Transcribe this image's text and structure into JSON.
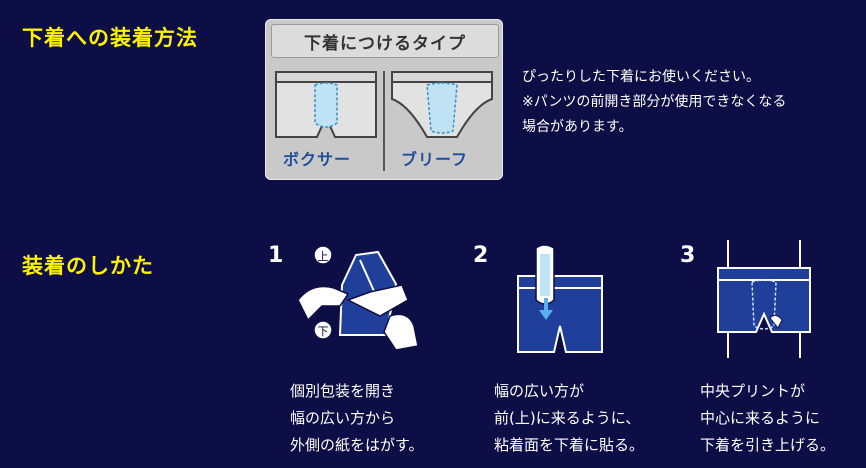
{
  "section1": {
    "heading": "下着への装着方法",
    "card": {
      "title": "下着につけるタイプ",
      "label_left": "ボクサー",
      "label_right": "ブリーフ"
    },
    "description": [
      "ぴったりした下着にお使いください。",
      "※パンツの前開き部分が使用できなくなる",
      "場合があります。"
    ]
  },
  "section2": {
    "heading": "装着のしかた",
    "steps": [
      {
        "number": "1",
        "top_mark": "上",
        "bottom_mark": "下",
        "lines": [
          "個別包装を開き",
          "幅の広い方から",
          "外側の紙をはがす。"
        ]
      },
      {
        "number": "2",
        "lines": [
          "幅の広い方が",
          "前(上)に来るように、",
          "粘着面を下着に貼る。"
        ]
      },
      {
        "number": "3",
        "lines": [
          "中央プリントが",
          "中心に来るように",
          "下着を引き上げる。"
        ]
      }
    ]
  },
  "colors": {
    "background": "#0d0e45",
    "heading": "#fff200",
    "text": "#ffffff",
    "garment": "#1f3f9a",
    "card_label": "#1f4e9a"
  }
}
